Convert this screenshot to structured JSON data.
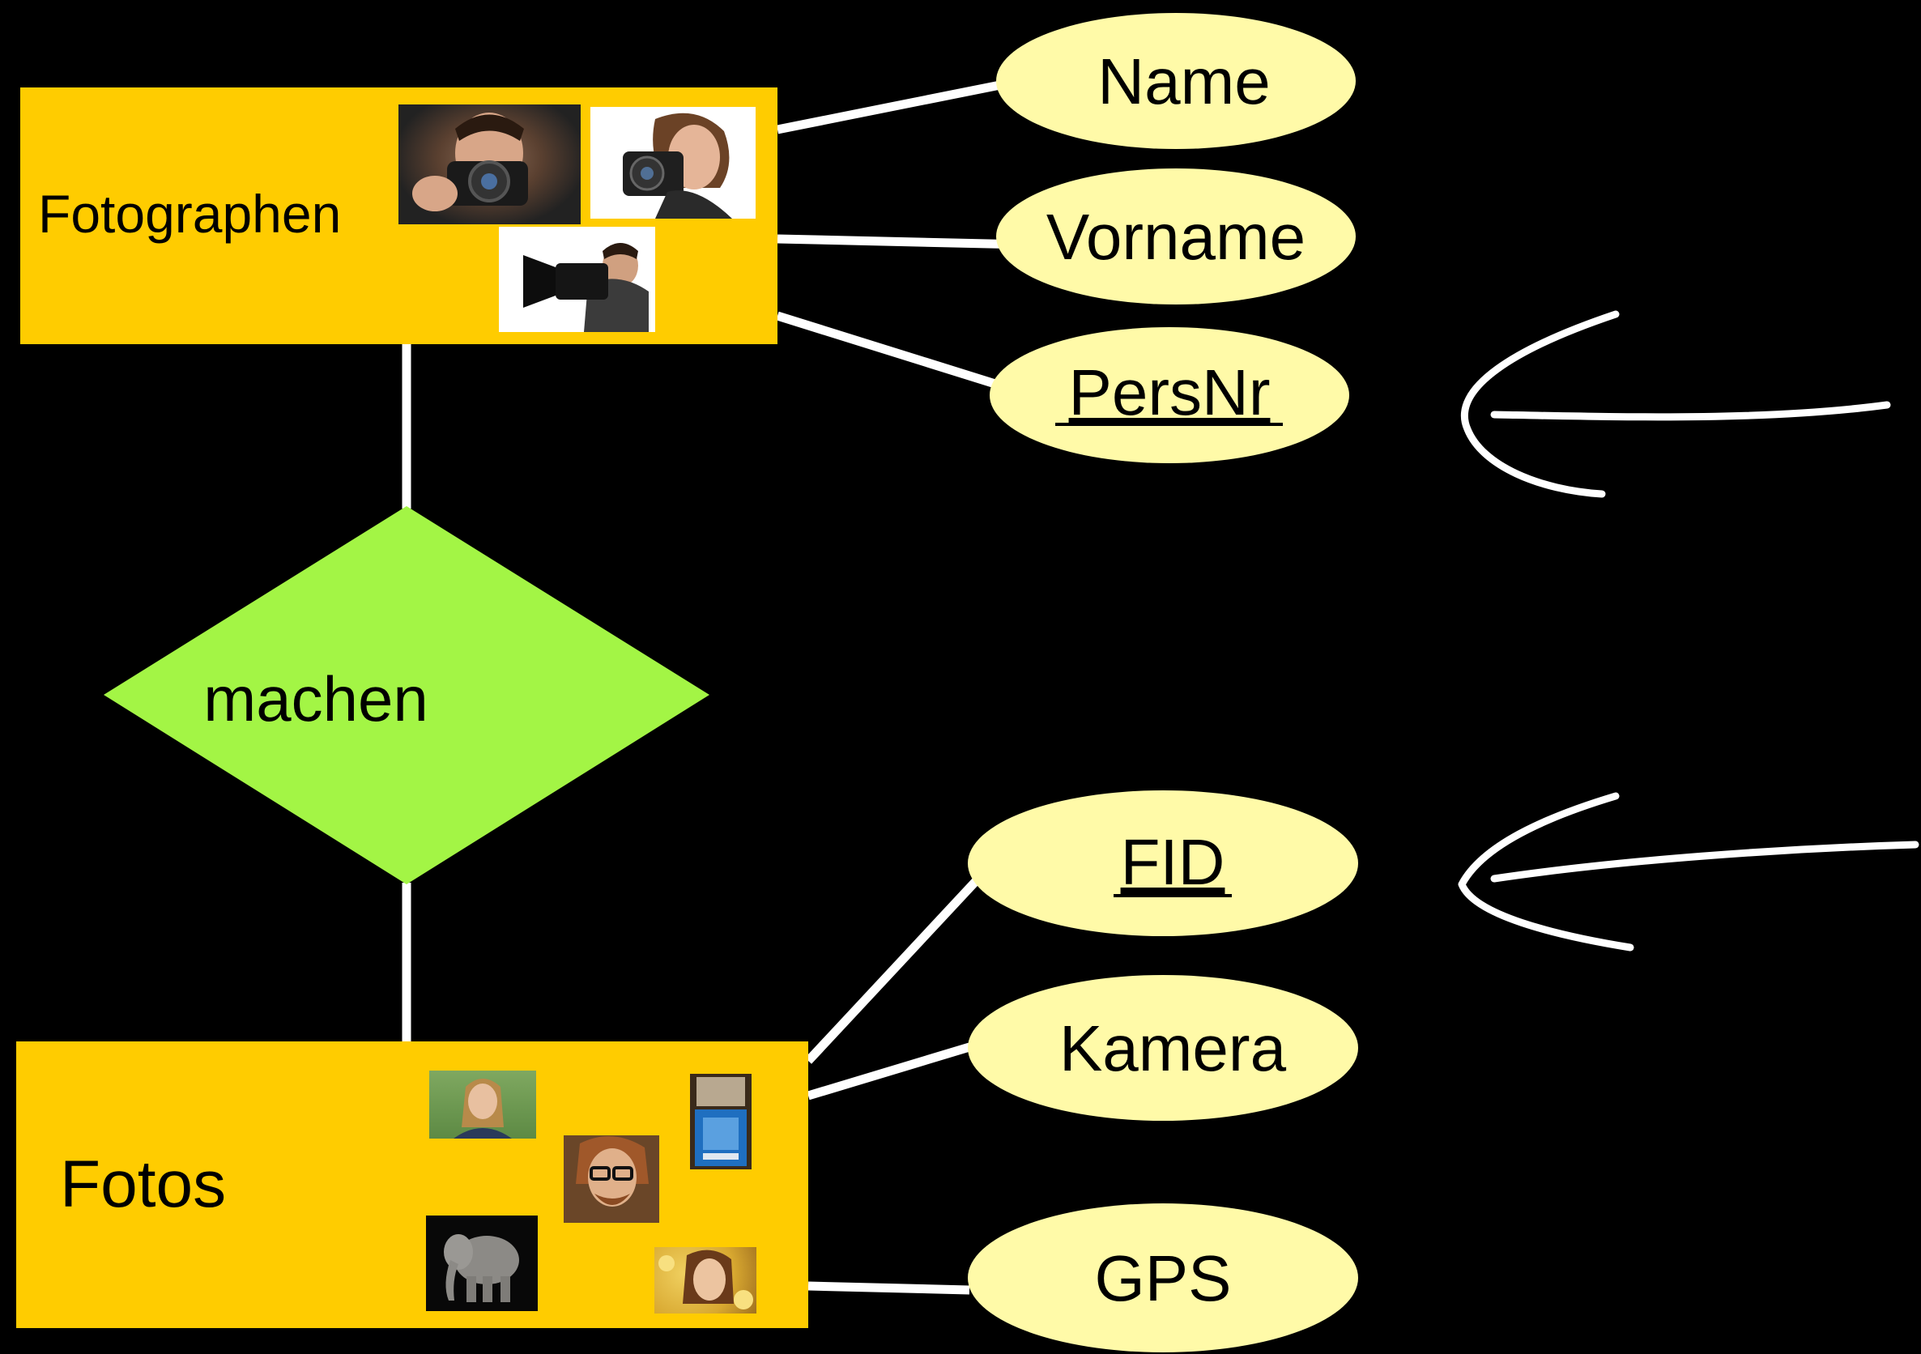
{
  "entities": {
    "photographers": {
      "label": "Fotographen"
    },
    "photos": {
      "label": "Fotos"
    }
  },
  "relationship": {
    "label": "machen"
  },
  "attributes": {
    "name": {
      "label": "Name",
      "key": false
    },
    "first_name": {
      "label": "Vorname",
      "key": false
    },
    "pers_nr": {
      "label": "PersNr",
      "key": true
    },
    "fid": {
      "label": "FID",
      "key": true
    },
    "camera": {
      "label": "Kamera",
      "key": false
    },
    "gps": {
      "label": "GPS",
      "key": false
    }
  },
  "colors": {
    "background": "#000000",
    "entity_fill": "#ffcc00",
    "relationship_fill": "#a3f545",
    "attribute_fill": "#fffaa8",
    "connector": "#ffffff",
    "arrow": "#ffffff"
  },
  "annotations": {
    "arrows": [
      "arrow-to-persnr",
      "arrow-to-fid"
    ]
  }
}
